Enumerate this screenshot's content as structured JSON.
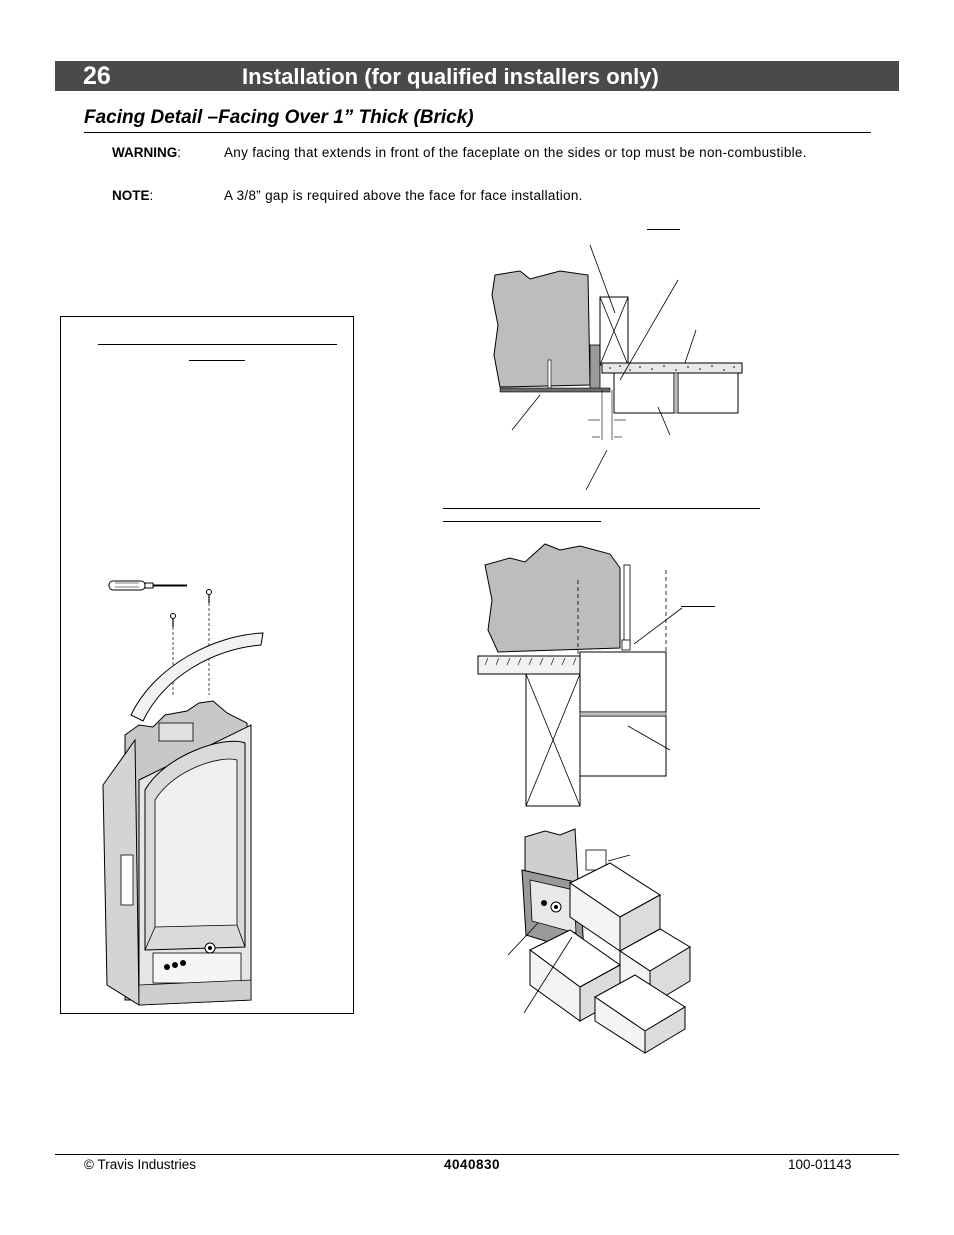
{
  "header": {
    "page_number": "26",
    "title": "Installation  (for qualified installers only)"
  },
  "section": {
    "title": "Facing Detail –Facing Over 1” Thick (Brick)"
  },
  "notes": [
    {
      "label": "WARNING",
      "text": "Any facing that extends in front of the faceplate on the sides or top must be non-combustible."
    },
    {
      "label": "NOTE",
      "text": "A 3/8” gap is required above the face for face installation."
    }
  ],
  "footer": {
    "left": "© Travis Industries",
    "center": "4040830",
    "right": "100-01143"
  },
  "colors": {
    "header_bar": "#4a4a4a",
    "wall_gray": "#bdbdbd",
    "dark_gray": "#8a8a8a"
  }
}
